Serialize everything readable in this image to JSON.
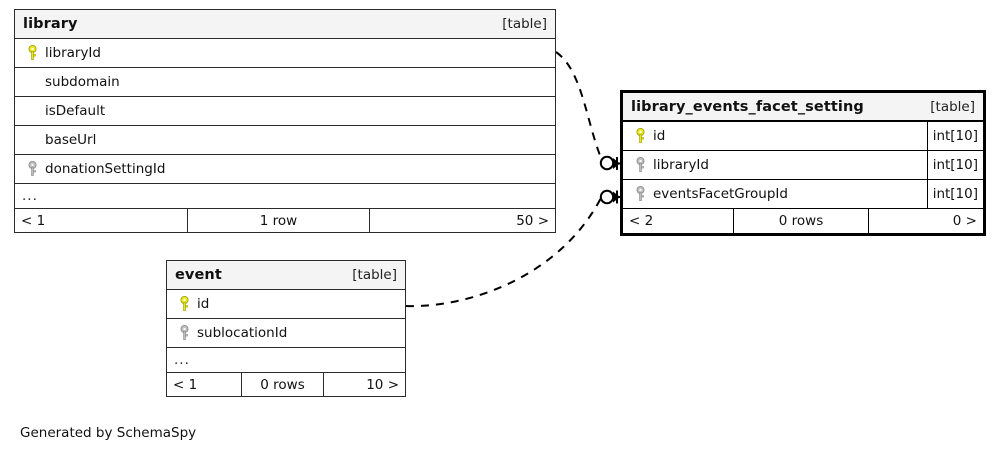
{
  "diagram": {
    "type": "entity-relationship-diagram",
    "caption": "Generated by SchemaSpy",
    "colors": {
      "primary_key": "#e8e81c",
      "foreign_key": "#b3b3b3",
      "header_background": "#f4f4f4",
      "border": "#2b2b2b",
      "focal_border": "#000000",
      "edge": "#000000"
    },
    "tables": [
      {
        "name": "library",
        "tag": "[table]",
        "focal": false,
        "columns": [
          {
            "name": "libraryId",
            "key": "primary",
            "type": ""
          },
          {
            "name": "subdomain",
            "key": "none",
            "type": ""
          },
          {
            "name": "isDefault",
            "key": "none",
            "type": ""
          },
          {
            "name": "baseUrl",
            "key": "none",
            "type": ""
          },
          {
            "name": "donationSettingId",
            "key": "foreign",
            "type": ""
          },
          {
            "name": "...",
            "key": "none",
            "type": ""
          }
        ],
        "footer": {
          "left": "< 1",
          "mid": "1 row",
          "right": "50 >"
        }
      },
      {
        "name": "library_events_facet_setting",
        "tag": "[table]",
        "focal": true,
        "columns": [
          {
            "name": "id",
            "key": "primary",
            "type": "int[10]"
          },
          {
            "name": "libraryId",
            "key": "foreign",
            "type": "int[10]"
          },
          {
            "name": "eventsFacetGroupId",
            "key": "foreign",
            "type": "int[10]"
          }
        ],
        "footer": {
          "left": "< 2",
          "mid": "0 rows",
          "right": "0 >"
        }
      },
      {
        "name": "event",
        "tag": "[table]",
        "focal": false,
        "columns": [
          {
            "name": "id",
            "key": "primary",
            "type": ""
          },
          {
            "name": "sublocationId",
            "key": "foreign",
            "type": ""
          },
          {
            "name": "...",
            "key": "none",
            "type": ""
          }
        ],
        "footer": {
          "left": "< 1",
          "mid": "0 rows",
          "right": "10 >"
        }
      }
    ],
    "relationships": [
      {
        "from": "library.libraryId",
        "to": "library_events_facet_setting.libraryId",
        "style": "dashed",
        "cardinality": "zero-or-more"
      },
      {
        "from": "event.id",
        "to": "library_events_facet_setting.eventsFacetGroupId",
        "style": "dashed",
        "cardinality": "zero-or-more"
      }
    ]
  }
}
